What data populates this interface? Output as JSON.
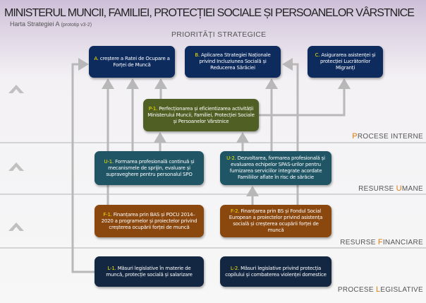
{
  "header": {
    "title": "MINISTERUL MUNCII, FAMILIEI, PROTECȚIEI SOCIALE ȘI PERSOANELOR VÂRSTNICE",
    "subtitle": "Harta Strategiei A",
    "version": "(prototip v3-2)"
  },
  "sections": {
    "strategic": "PRIORITĂȚI STRATEGICE",
    "internal": {
      "first": "P",
      "rest": "ROCESE INTERNE"
    },
    "human": {
      "prefix": "RESURSE ",
      "first": "U",
      "rest": "MANE"
    },
    "financial": {
      "prefix": "RESURSE ",
      "first": "F",
      "rest": "INANCIARE"
    },
    "legislative": {
      "prefix": "PROCESE ",
      "first": "L",
      "rest": "EGISLATIVE"
    }
  },
  "boxes": {
    "A": {
      "code": "A.",
      "text": " creștere a Ratei de Ocupare a  Forței de Muncă"
    },
    "B": {
      "code": "B.",
      "text": " Aplicarea Strategiei Naționale privind Incluziunea Socială și Reducerea Sărăciei"
    },
    "C": {
      "code": "C.",
      "text": " Asigurarea asistenței și protecției Lucrătorilor Migranți"
    },
    "P1": {
      "code": "P-1.",
      "text": " Perfecționarea și eficientizarea activității Ministerului Muncii, Familiei, Protecției Sociale și Persoanelor Vârstnice"
    },
    "U1": {
      "code": "U-1.",
      "text": " Formarea profesională continuă și mecanismele de sprijin, evaluare și supraveghere pentru personalul SPO"
    },
    "U2": {
      "code": "U-2.",
      "text": " Dezvoltarea, formarea profesională și evaluarea echipelor SPAS-urilor pentru furnizarea serviciilor integrate acordate Familiilor aflate în risc de sărăcie"
    },
    "F1": {
      "code": "F-1.",
      "text": " Finanțarea prin BAS și POCU 2014–2020 a programelor și proiectelor privind creșterea ocupării forței de muncă"
    },
    "F2": {
      "code": "F-2.",
      "text": " Finanțarea prin BS și Fondul Social European a proiectelor privind asistența socială și creșterea ocupării forței de muncă"
    },
    "L1": {
      "code": "L-1.",
      "text": " Măsuri legislative în materie de muncă, protecție socială și salarizare"
    },
    "L2": {
      "code": "L-2.",
      "text": " Măsuri legislative privind protecția copilului și combaterea violenței domestice"
    }
  },
  "colors": {
    "navy": "#0e2b5e",
    "olive": "#505f24",
    "teal": "#1f5565",
    "brown": "#8a470e",
    "dark": "#142742",
    "accent": "#e07a10",
    "code": "#f2e600"
  }
}
